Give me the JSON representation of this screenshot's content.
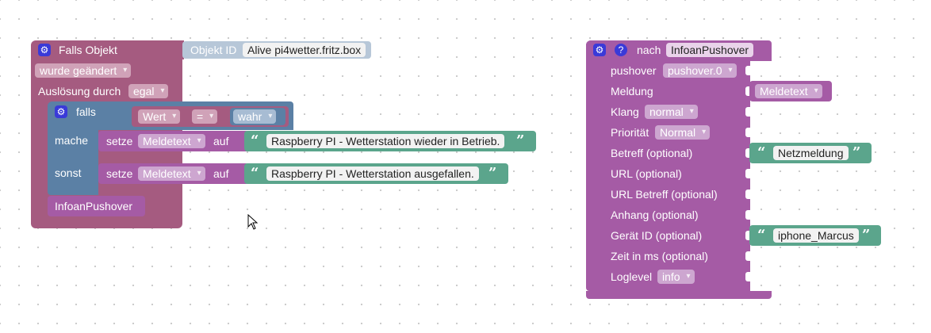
{
  "event_block": {
    "title": "Falls Objekt",
    "object_id_label": "Objekt ID",
    "object_id_value": "Alive pi4wetter.fritz.box",
    "trigger_value": "wurde geändert",
    "ausloesung_label": "Auslösung durch",
    "ausloesung_value": "egal"
  },
  "if_block": {
    "falls_label": "falls",
    "compare_left": "Wert",
    "compare_op": "=",
    "compare_right": "wahr",
    "mache_label": "mache",
    "sonst_label": "sonst",
    "set1": {
      "setze": "setze",
      "variable": "Meldetext",
      "auf": "auf",
      "text": "Raspberry PI - Wetterstation wieder in Betrieb."
    },
    "set2": {
      "setze": "setze",
      "variable": "Meldetext",
      "auf": "auf",
      "text": "Raspberry PI - Wetterstation ausgefallen."
    }
  },
  "call_block": {
    "label": "InfoanPushover"
  },
  "function_block": {
    "nach_label": "nach",
    "name": "InfoanPushover",
    "params": [
      {
        "label": "pushover",
        "dropdown": "pushover.0"
      },
      {
        "label": "Meldung",
        "value_var": "Meldetext"
      },
      {
        "label": "Klang",
        "dropdown": "normal"
      },
      {
        "label": "Priorität",
        "dropdown": "Normal"
      },
      {
        "label": "Betreff (optional)",
        "value_text": "Netzmeldung"
      },
      {
        "label": "URL (optional)"
      },
      {
        "label": "URL Betreff (optional)"
      },
      {
        "label": "Anhang (optional)"
      },
      {
        "label": "Gerät ID (optional)",
        "value_text": "iphone_Marcus"
      },
      {
        "label": "Zeit in ms (optional)"
      },
      {
        "label": "Loglevel",
        "dropdown": "info"
      }
    ]
  },
  "icons": {
    "gear": "gear-icon",
    "help": "help-icon",
    "quote_open": "“",
    "quote_close": "”"
  },
  "colors": {
    "event": "#a55b80",
    "control": "#5b80a5",
    "variable": "#a55ba5",
    "text": "#5ba58c",
    "object_id": "#b7c7d8"
  }
}
